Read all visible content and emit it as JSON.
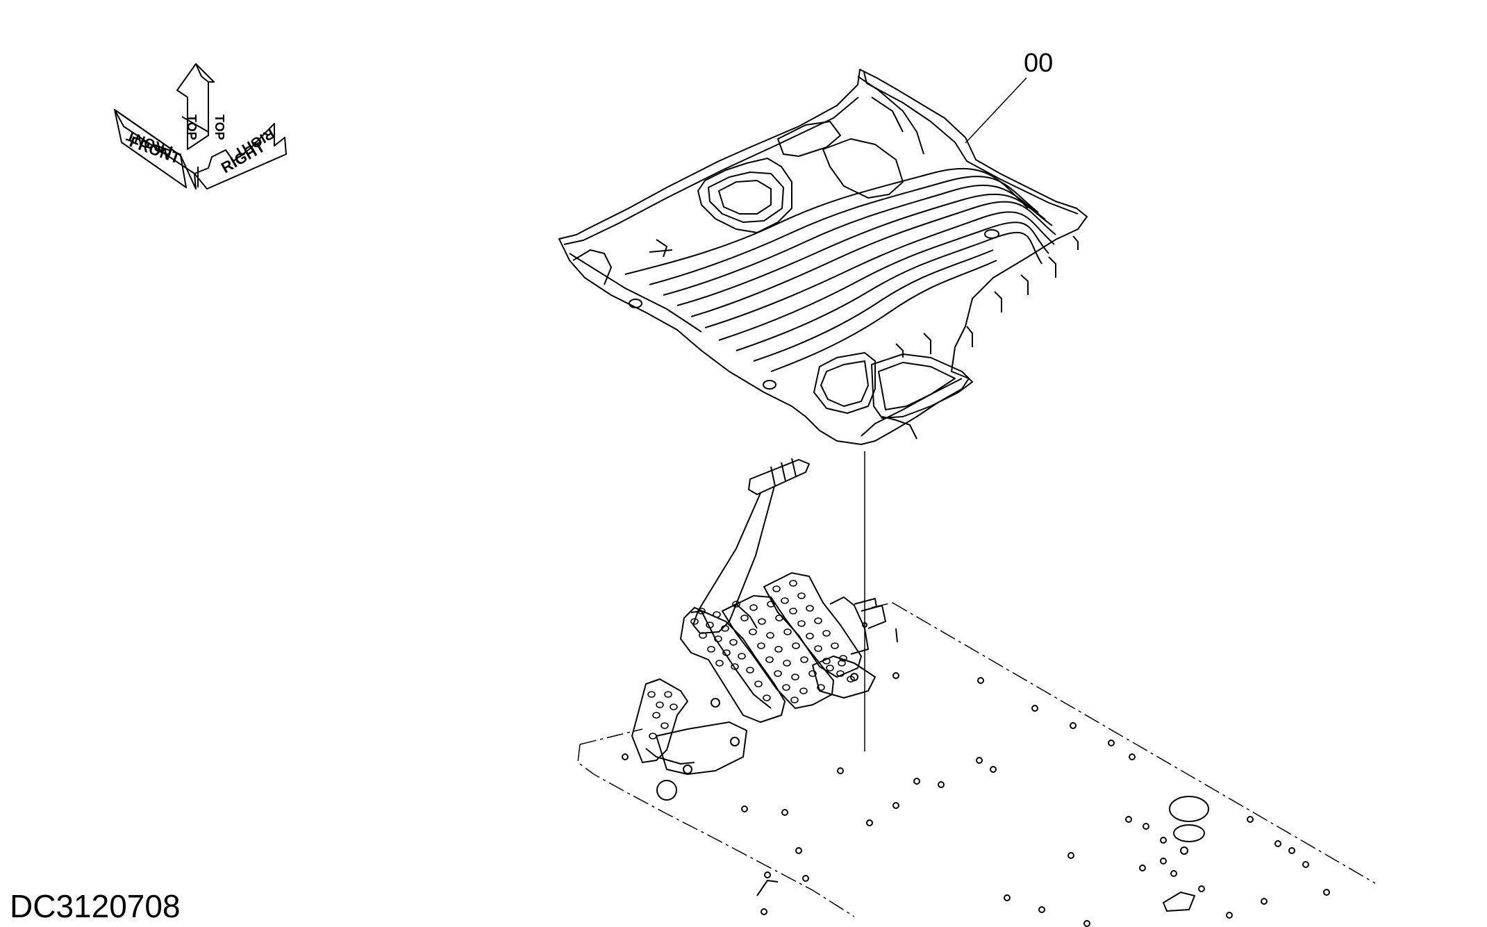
{
  "callout": {
    "part_number": "00"
  },
  "orientation": {
    "front": "FRONT",
    "top": "TOP",
    "right": "RIGHT"
  },
  "drawing_number": "DC3120708"
}
